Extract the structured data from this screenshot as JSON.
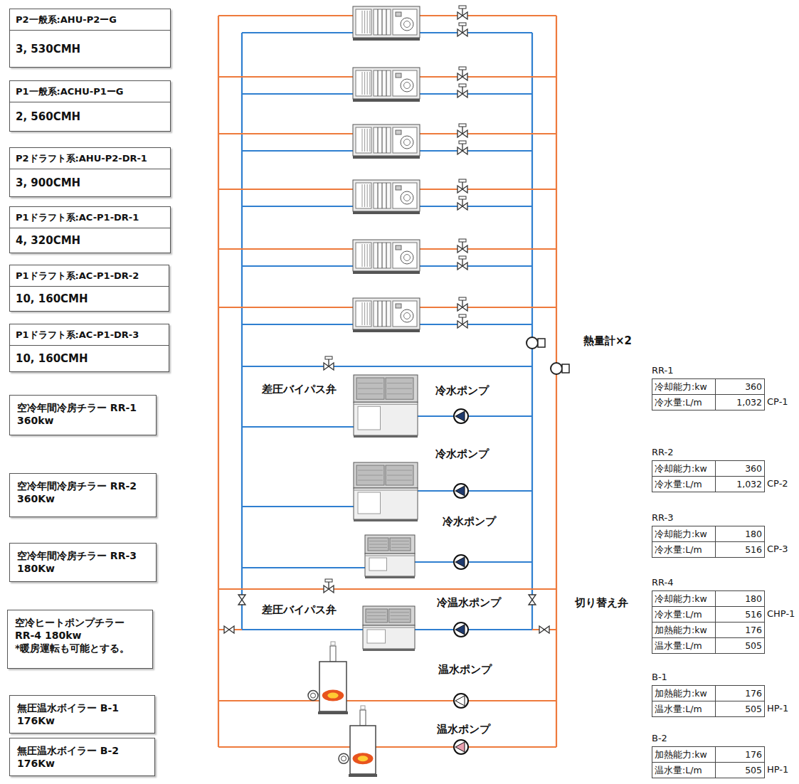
{
  "diagram": {
    "nodes": [
      {
        "text": [
          "P2一般系:AHU-P2ーG",
          "3, 530CMH"
        ]
      },
      {
        "text": [
          "P1一般系:ACHU-P1ーG",
          "2, 560CMH"
        ]
      },
      {
        "text": [
          "P2ドラフト系:AHU-P2-DR-1",
          "3, 900CMH"
        ]
      },
      {
        "text": [
          "P1ドラフト系:AC-P1-DR-1",
          "4, 320CMH"
        ]
      },
      {
        "text": [
          "P1ドラフト系:AC-P1-DR-2",
          "10, 160CMH"
        ]
      },
      {
        "text": [
          "P1ドラフト系:AC-P1-DR-3",
          "10, 160CMH"
        ]
      },
      {
        "text": [
          "空冷年間冷房チラー RR-1",
          "360kw"
        ]
      },
      {
        "text": [
          "空冷年間冷房チラー RR-2",
          "360Kw"
        ]
      },
      {
        "text": [
          "空冷年間冷房チラー RR-3",
          "180Kw"
        ]
      },
      {
        "text": [
          "空冷ヒートポンプチラー",
          "RR-4 180kw",
          "*暖房運転も可能とする。"
        ]
      },
      {
        "text": [
          "無圧温水ボイラー B-1",
          "176Kw"
        ]
      },
      {
        "text": [
          "無圧温水ボイラー B-2",
          "176Kw"
        ]
      }
    ],
    "labels": [
      "差圧バイパス弁",
      "冷水ポンプ",
      "冷水ポンプ",
      "冷水ポンプ",
      "差圧バイパス弁",
      "冷温水ポンプ",
      "切り替え弁",
      "温水ポンプ",
      "温水ポンプ",
      "熱量計×2",
      "RR-1",
      "冷却能力:kw",
      "360",
      "冷水量:L/m",
      "1,032",
      "CP-1",
      "RR-2",
      "冷却能力:kw",
      "360",
      "冷水量:L/m",
      "1,032",
      "CP-2",
      "RR-3",
      "冷却能力:kw",
      "180",
      "冷水量:L/m",
      "516",
      "CP-3",
      "RR-4",
      "冷却能力:kw",
      "180",
      "冷水量:L/m",
      "516",
      "CHP-1",
      "加熱能力:kw",
      "176",
      "温水量:L/m",
      "505",
      "B-1",
      "加熱能力:kw",
      "176",
      "温水量:L/m",
      "505",
      "HP-1",
      "B-2",
      "加熱能力:kw",
      "176",
      "温水量:L/m",
      "505",
      "HP-1"
    ]
  }
}
